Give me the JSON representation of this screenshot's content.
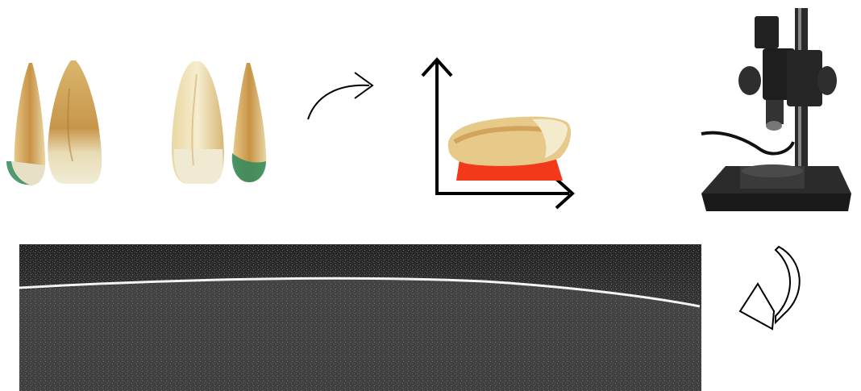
{
  "figure": {
    "steps": [
      {
        "id": "tooth-specimens",
        "icon": "tooth-icon"
      },
      {
        "id": "tooth-positioning",
        "icon": "axes-icon"
      },
      {
        "id": "oct-microscope",
        "icon": "microscope-icon"
      },
      {
        "id": "oct-bscan",
        "icon": "oct-scan-icon"
      }
    ],
    "arrows": [
      {
        "from": "tooth-specimens",
        "to": "tooth-positioning",
        "style": "curved-line"
      },
      {
        "from": "tooth-positioning",
        "to": "oct-microscope",
        "style": "implicit"
      },
      {
        "from": "oct-microscope",
        "to": "oct-bscan",
        "style": "curved-outline"
      }
    ]
  },
  "colors": {
    "background": "#ffffff",
    "enamel": "#e9dcb2",
    "dentin": "#c49a52",
    "root_green": "#2f8a5c",
    "platform_red": "#f23a1a",
    "axis": "#000000",
    "microscope_body": "#1c1c1c",
    "scan_background": "#1a1a1a",
    "scan_line": "#f4f4f4"
  }
}
